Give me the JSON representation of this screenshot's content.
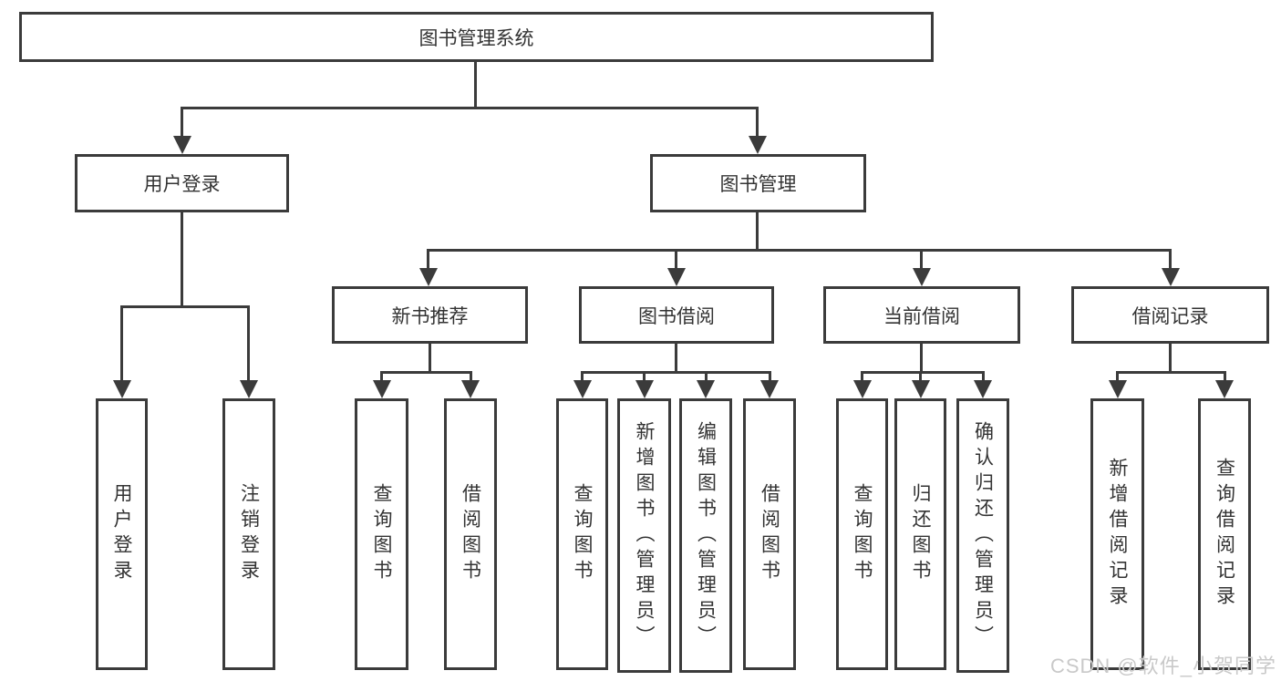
{
  "diagram": {
    "title": "图书管理系统",
    "nodes": {
      "root": "图书管理系统",
      "level1": [
        "用户登录",
        "图书管理"
      ],
      "level2": [
        "新书推荐",
        "图书借阅",
        "当前借阅",
        "借阅记录"
      ],
      "leaves": [
        "用户登录",
        "注销登录",
        "查询图书",
        "借阅图书",
        "查询图书",
        "新增图书（管理员）",
        "编辑图书（管理员）",
        "借阅图书",
        "查询图书",
        "归还图书",
        "确认归还（管理员）",
        "新增借阅记录",
        "查询借阅记录"
      ]
    },
    "colors": {
      "line": "#3b3b3b",
      "text": "#333333",
      "box_background": "#ffffff",
      "page_background": "#ffffff",
      "watermark": "#c9c9c9"
    }
  },
  "watermark": "CSDN @软件_小贺同学"
}
